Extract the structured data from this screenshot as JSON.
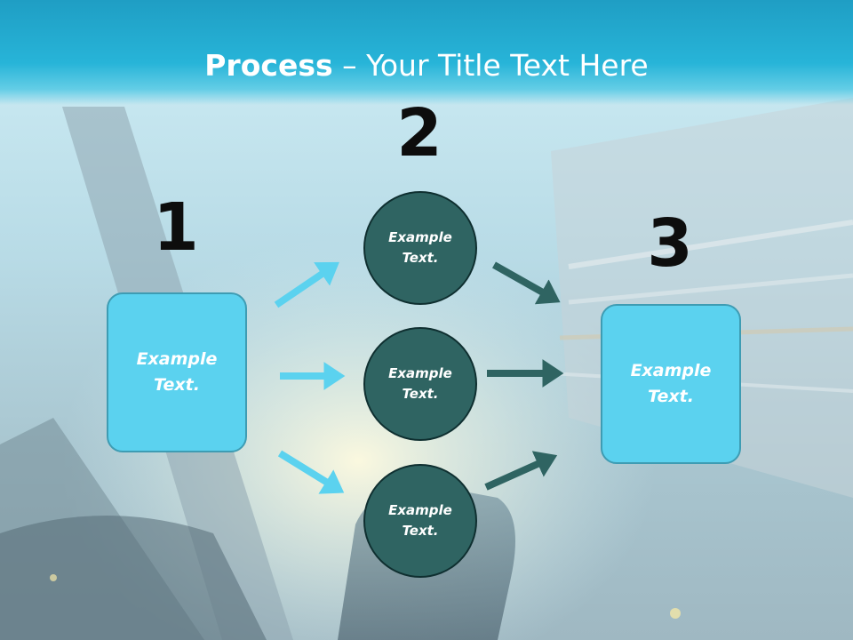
{
  "title": {
    "bold": "Process",
    "rest": " – Your Title Text Here"
  },
  "steps": [
    {
      "number": "1",
      "text": "Example\nText."
    },
    {
      "number": "2",
      "texts": [
        "Example\nText.",
        "Example\nText.",
        "Example\nText."
      ]
    },
    {
      "number": "3",
      "text": "Example\nText."
    }
  ],
  "colors": {
    "header": "#27b4d8",
    "box_fill": "#5bd2ef",
    "circle_fill": "#2f6462",
    "arrow_light": "#5bd2ef",
    "arrow_dark": "#2f6462"
  }
}
